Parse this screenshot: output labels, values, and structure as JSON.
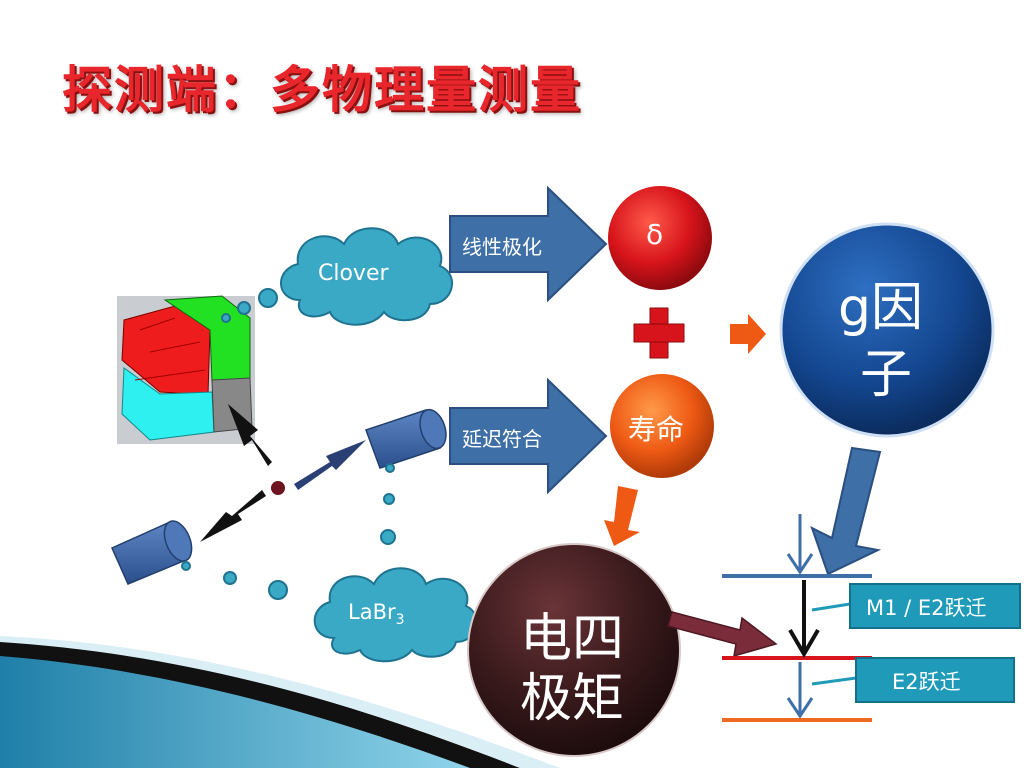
{
  "title": "探测端：多物理量测量",
  "clover_label": "Clover",
  "labr_label": "LaBr",
  "labr_subscript": "3",
  "arrow_polarization": "线性极化",
  "arrow_coincidence": "延迟符合",
  "delta_label": "δ",
  "lifetime_label": "寿命",
  "g_factor_line1": "g因",
  "g_factor_line2": "子",
  "quadrupole_line1": "电四",
  "quadrupole_line2": "极矩",
  "transition_m1e2": "M1 / E2跃迁",
  "transition_e2": "E2跃迁",
  "colors": {
    "title": "#e8262b",
    "cloud": "#3aa9c6",
    "arrow": "#3e6fa6",
    "delta_circle": "#d7141b",
    "lifetime_circle": "#ee5a14",
    "g_circle": "#13468f",
    "quadrupole_circle": "#3a1a1c",
    "label_box": "#1f9ab8"
  }
}
